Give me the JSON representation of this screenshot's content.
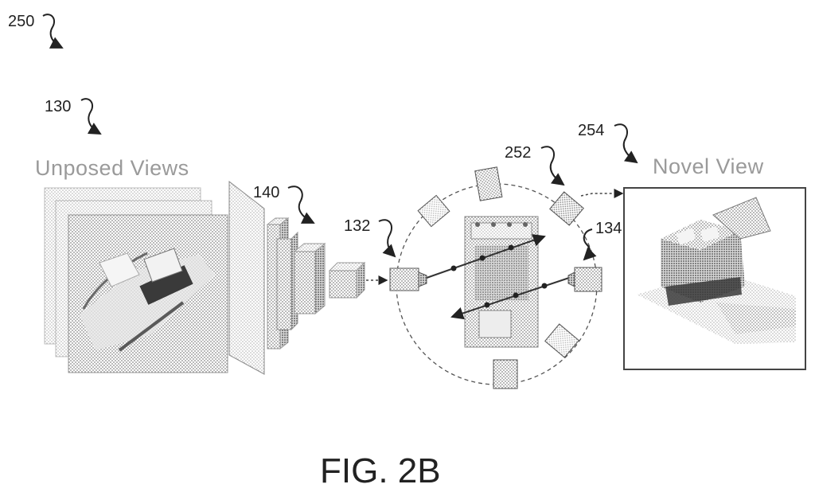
{
  "labels": {
    "unposed_views": "Unposed Views",
    "novel_view": "Novel View",
    "figure_caption": "FIG. 2B"
  },
  "reference_numerals": {
    "r250": "250",
    "r130": "130",
    "r140": "140",
    "r132": "132",
    "r252": "252",
    "r254": "254",
    "r134": "134"
  },
  "colors": {
    "ink": "#222222",
    "gray_text": "#9a9a9a",
    "camera_fill": "#b9b9b9",
    "panel_fill": "#d9d9d9"
  }
}
